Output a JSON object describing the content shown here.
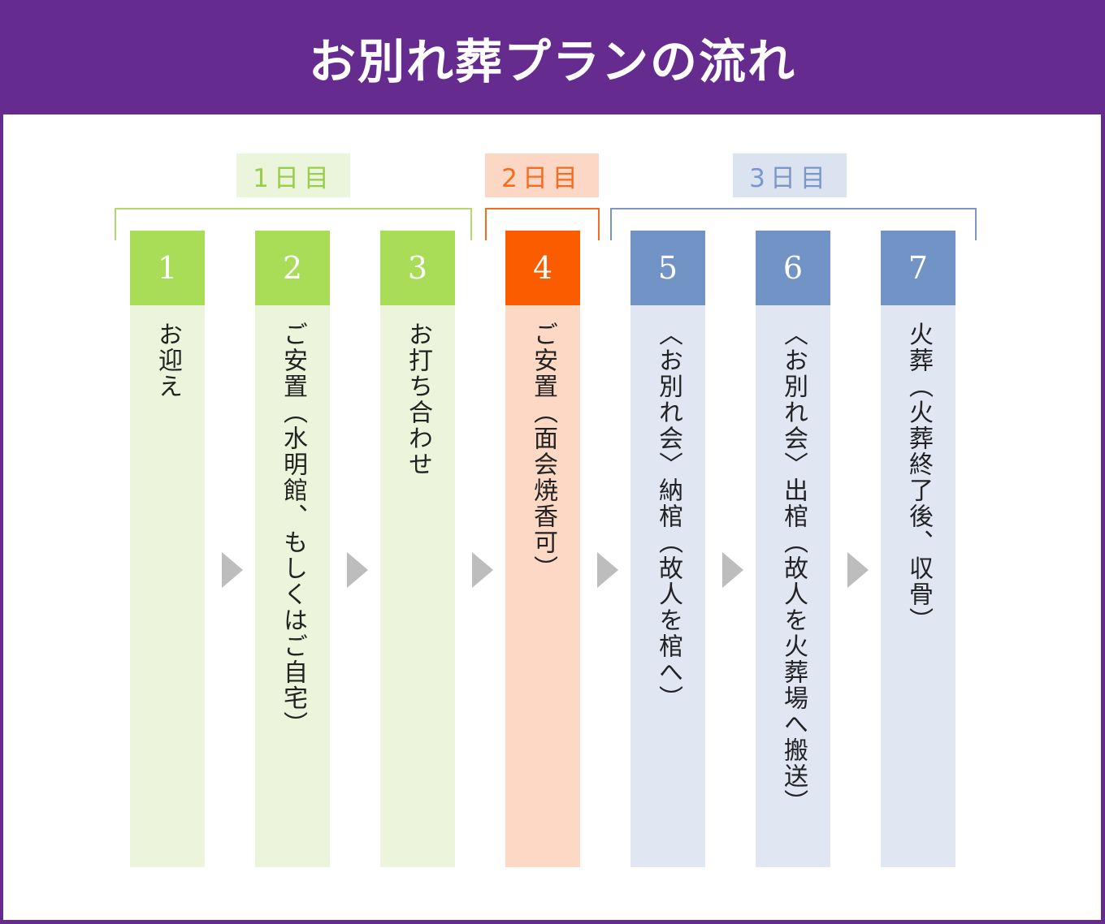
{
  "title": "お別れ葬プランの流れ",
  "days": [
    {
      "label": "1日目",
      "color": "#9acd4c"
    },
    {
      "label": "2日目",
      "color": "#f26d1f"
    },
    {
      "label": "3日目",
      "color": "#7b96c7"
    }
  ],
  "steps": [
    {
      "num": "1",
      "text": "お迎え",
      "day": 1
    },
    {
      "num": "2",
      "text": "ご安置（水明館、もしくはご自宅）",
      "day": 1
    },
    {
      "num": "3",
      "text": "お打ち合わせ",
      "day": 1
    },
    {
      "num": "4",
      "text": "ご安置（面会焼香可）",
      "day": 2
    },
    {
      "num": "5",
      "text": "〈お別れ会〉納棺（故人を棺へ）",
      "day": 3
    },
    {
      "num": "6",
      "text": "〈お別れ会〉出棺（故人を火葬場へ搬送）",
      "day": 3
    },
    {
      "num": "7",
      "text": "火葬（火葬終了後、収骨）",
      "day": 3
    }
  ],
  "colors": {
    "header": "#652b8f",
    "day1_accent": "#a9dc57",
    "day2_accent": "#fb5c00",
    "day3_accent": "#7193c6",
    "arrow": "#bdbdbd"
  }
}
